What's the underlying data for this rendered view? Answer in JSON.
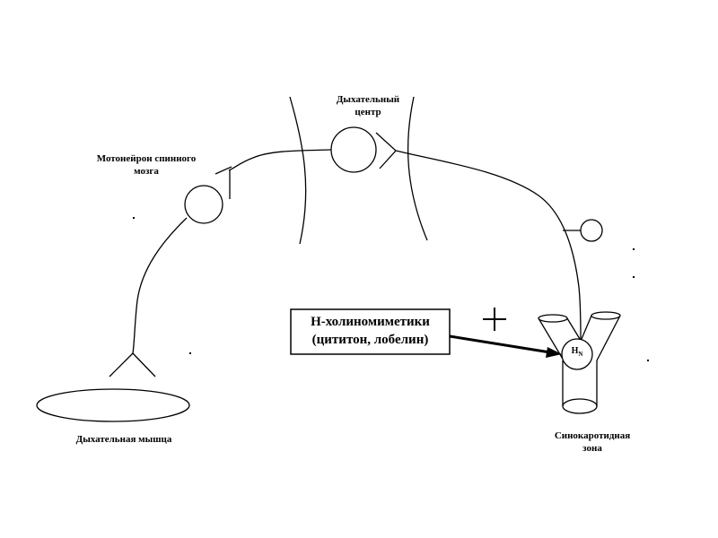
{
  "labels": {
    "resp_center": [
      "Дыхательный",
      "центр"
    ],
    "motoneuron": [
      "Мотонейрон спинного",
      "мозга"
    ],
    "resp_muscle": "Дыхательная мышца",
    "carotid_zone": [
      "Синокаротидная",
      "зона"
    ]
  },
  "agonist_box": {
    "line1": "Н-холиномиметики",
    "line2": "(цититон, лобелин)"
  },
  "plus_sign": "+",
  "receptor": {
    "main": "Н",
    "sub": "N"
  },
  "colors": {
    "stroke": "#000000",
    "background": "#ffffff"
  }
}
